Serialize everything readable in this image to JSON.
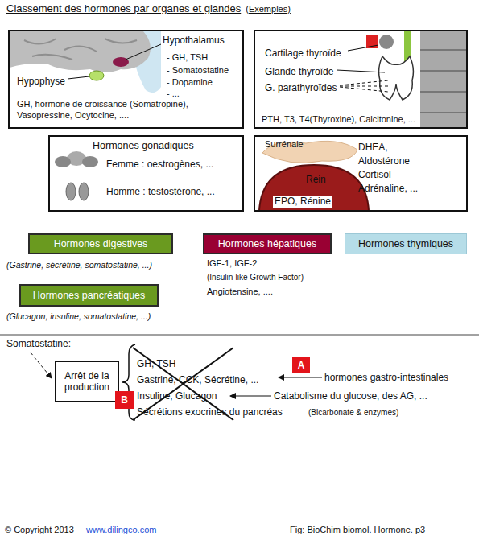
{
  "diagram": {
    "title": "Classement des hormones par organes et glandes",
    "caption": "Fig: BioChim biomol. Hormone. p3",
    "nodes": [
      {
        "text": [
          "Hypothalamus",
          "- GH, TSH",
          "- Somatostatine",
          "- Dopamine",
          "- ...",
          "Hypophyse",
          "GH, hormone de croissance (Somatropine), Vasopressine, Ocytocine, ...."
        ]
      },
      {
        "text": [
          "Cartilage thyroïde",
          "Glande thyroïde",
          "G. parathyroïdes",
          "PTH, T3, T4(Thyroxine), Calcitonine, ..."
        ]
      },
      {
        "text": [
          "Hormones gonadiques",
          "Femme : oestrogènes, ...",
          "Homme : testostérone, ..."
        ]
      },
      {
        "text": [
          "Surrénale",
          "DHEA,",
          "Aldostérone",
          "Cortisol",
          "Adrénaline, ...",
          "Rein",
          "EPO, Rénine"
        ]
      },
      {
        "text": [
          "Hormones digestives"
        ]
      },
      {
        "text": [
          "Hormones hépatiques"
        ]
      },
      {
        "text": [
          "Hormones thymiques"
        ]
      },
      {
        "text": [
          "Hormones pancréatiques"
        ]
      },
      {
        "text": [
          "Arrêt de la production"
        ]
      },
      {
        "text": [
          "A"
        ]
      },
      {
        "text": [
          "B"
        ]
      }
    ],
    "labels": [
      "(Exemples)",
      "(Gastrine, sécrétine, somatostatine, ...)",
      "IGF-1, IGF-2",
      "(Insulin-like Growth Factor)",
      "Angiotensine, ....",
      "(Glucagon, insuline, somatostatine, ...)",
      "Somatostatine:",
      "GH, TSH",
      "Gastrine, CCK, Sécrétine, ...",
      "Insuline, Glucagon",
      "Sécrétions exocrines du pancréas",
      "(Bicarbonate & enzymes)",
      "hormones gastro-intestinales",
      "Catabolisme du glucose, des AG, ...",
      "© Copyright 2013",
      "www.dilingco.com"
    ]
  }
}
